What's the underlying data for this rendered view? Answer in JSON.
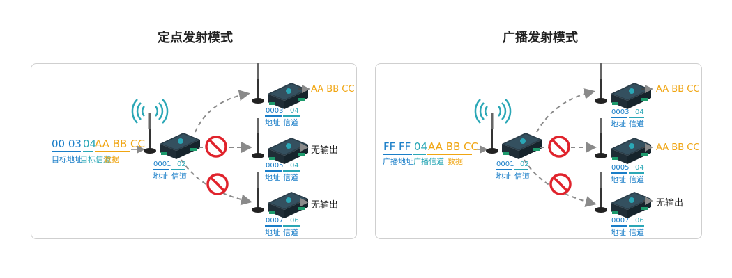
{
  "left": {
    "title": "定点发射模式",
    "payload": {
      "addr": "00 03",
      "chan": "04",
      "data": "AA BB CC"
    },
    "payload_labels": {
      "addr": "目标地址",
      "chan": "目标信道",
      "data": "数据"
    },
    "gateway": {
      "addr": "0001",
      "chan": "02",
      "addr_label": "地址",
      "chan_label": "信道"
    },
    "receivers": [
      {
        "addr": "0003",
        "chan": "04",
        "addr_label": "地址",
        "chan_label": "信道",
        "output": "AA BB CC"
      },
      {
        "addr": "0005",
        "chan": "04",
        "addr_label": "地址",
        "chan_label": "信道",
        "output": "无输出"
      },
      {
        "addr": "0007",
        "chan": "06",
        "addr_label": "地址",
        "chan_label": "信道",
        "output": "无输出"
      }
    ]
  },
  "right": {
    "title": "广播发射模式",
    "payload": {
      "addr": "FF FF",
      "chan": "04",
      "data": "AA BB CC"
    },
    "payload_labels": {
      "addr": "广播地址",
      "chan": "广播信道",
      "data": "数据"
    },
    "gateway": {
      "addr": "0001",
      "chan": "02",
      "addr_label": "地址",
      "chan_label": "信道"
    },
    "receivers": [
      {
        "addr": "0003",
        "chan": "04",
        "addr_label": "地址",
        "chan_label": "信道",
        "output": "AA BB CC"
      },
      {
        "addr": "0005",
        "chan": "04",
        "addr_label": "地址",
        "chan_label": "信道",
        "output": "AA BB CC"
      },
      {
        "addr": "0007",
        "chan": "06",
        "addr_label": "地址",
        "chan_label": "信道",
        "output": "无输出"
      }
    ]
  },
  "colors": {
    "address": "#1a7ec8",
    "channel": "#2aa7b6",
    "data": "#f0a512",
    "blocked": "#e0232c",
    "arrow": "#8a8a8a"
  },
  "icons": {
    "device": "wireless-module-icon",
    "blocked": "no-entry-icon",
    "signal": "radio-signal-icon"
  }
}
